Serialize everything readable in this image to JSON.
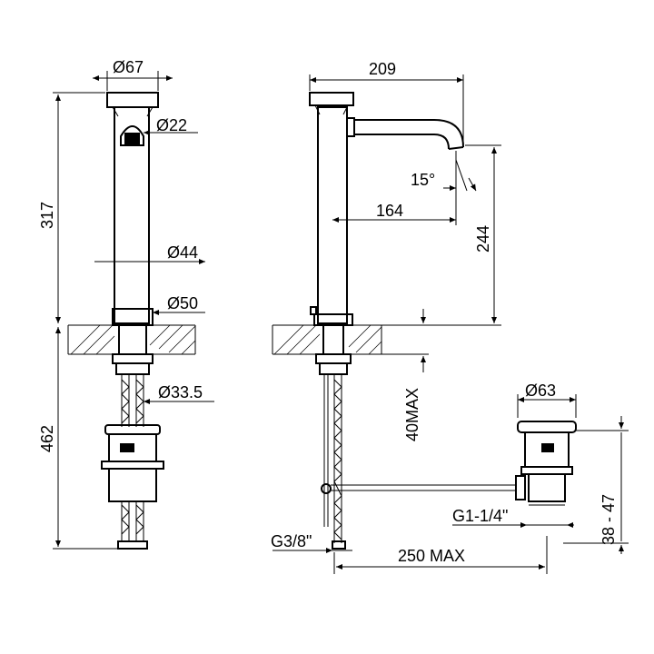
{
  "diagram": {
    "front_view": {
      "width_dim": "Ø67",
      "spout_dim": "Ø22",
      "body_dim": "Ø44",
      "base_dim": "Ø50",
      "shank_dim": "Ø33.5",
      "height_above": "317",
      "depth_below": "462"
    },
    "side_view": {
      "reach_total": "209",
      "angle": "15°",
      "spout_reach": "164",
      "spout_height": "244",
      "deck_max": "40MAX",
      "inlet_thread": "G3/8\"",
      "rod_length": "250 MAX"
    },
    "waste": {
      "cap_dim": "Ø63",
      "thread": "G1-1/4\"",
      "thickness_range": "38 - 47"
    }
  }
}
